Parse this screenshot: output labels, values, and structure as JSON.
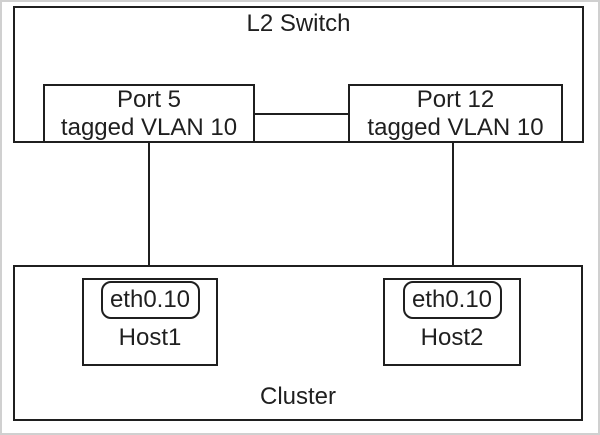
{
  "diagram": {
    "switch": {
      "label": "L2 Switch",
      "ports": [
        {
          "name": "Port 5",
          "vlan": "tagged VLAN 10"
        },
        {
          "name": "Port 12",
          "vlan": "tagged VLAN 10"
        }
      ]
    },
    "cluster": {
      "label": "Cluster",
      "hosts": [
        {
          "name": "Host1",
          "interface": "eth0.10"
        },
        {
          "name": "Host2",
          "interface": "eth0.10"
        }
      ]
    },
    "colors": {
      "line": "#1f1f1f",
      "frame": "#d0d0d0",
      "background": "#ffffff"
    }
  }
}
